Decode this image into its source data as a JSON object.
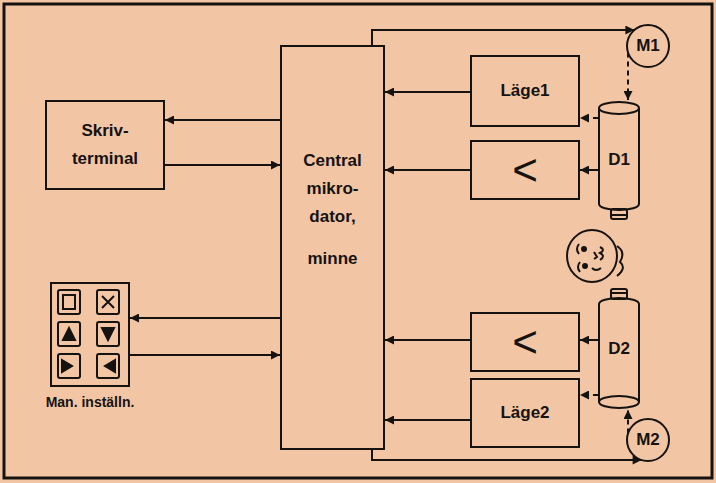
{
  "diagram": {
    "nodes": [
      {
        "text": [
          "Skriv- terminal"
        ]
      },
      {
        "text": [
          "Central mikro- dator,",
          "minne"
        ]
      },
      {
        "text": [
          "Läge1"
        ]
      },
      {
        "text": [
          "<"
        ]
      },
      {
        "text": [
          "D1"
        ]
      },
      {
        "text": [
          "M1"
        ]
      },
      {
        "text": [
          "Man. inställn."
        ]
      },
      {
        "text": [
          "<"
        ]
      },
      {
        "text": [
          "Läge2"
        ]
      },
      {
        "text": [
          "D2"
        ]
      },
      {
        "text": [
          "M2"
        ]
      }
    ],
    "edges": [
      {
        "from": 1,
        "to": 0,
        "arrow": "to"
      },
      {
        "from": 0,
        "to": 1,
        "arrow": "to"
      },
      {
        "from": 1,
        "to": 6,
        "arrow": "to"
      },
      {
        "from": 6,
        "to": 1,
        "arrow": "to"
      },
      {
        "from": 1,
        "to": 5,
        "arrow": "to"
      },
      {
        "from": 2,
        "to": 1,
        "arrow": "to"
      },
      {
        "from": 4,
        "to": 2,
        "arrow": "to"
      },
      {
        "from": 5,
        "to": 4,
        "arrow": "to"
      },
      {
        "from": 3,
        "to": 1,
        "arrow": "to"
      },
      {
        "from": 4,
        "to": 3,
        "arrow": "to"
      },
      {
        "from": 1,
        "to": 10,
        "arrow": "to"
      },
      {
        "from": 7,
        "to": 1,
        "arrow": "to"
      },
      {
        "from": 9,
        "to": 7,
        "arrow": "to"
      },
      {
        "from": 8,
        "to": 1,
        "arrow": "to"
      },
      {
        "from": 9,
        "to": 8,
        "arrow": "to"
      },
      {
        "from": 10,
        "to": 9,
        "arrow": "to"
      }
    ]
  }
}
